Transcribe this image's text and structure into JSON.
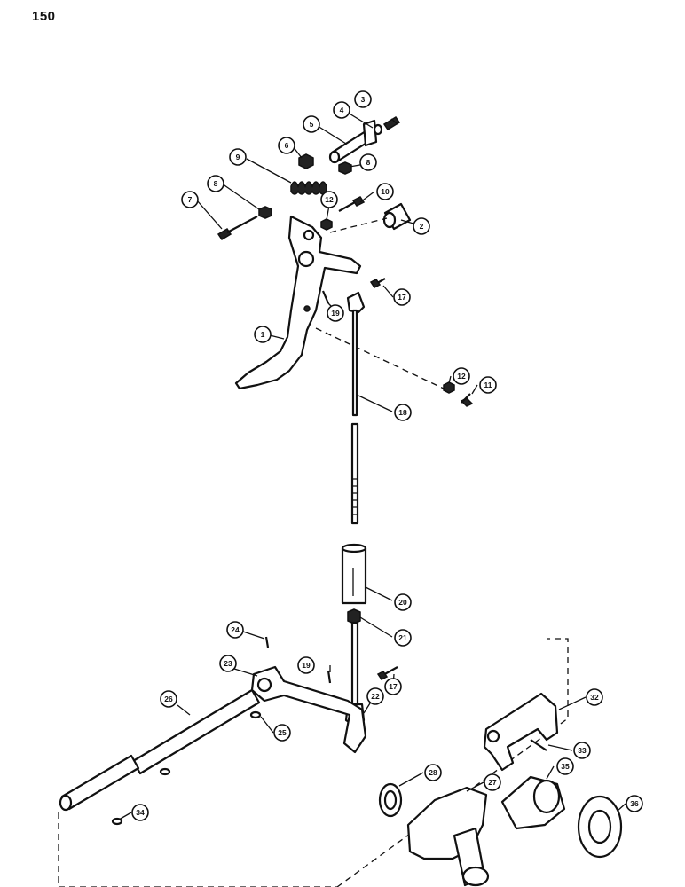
{
  "page_number": "150",
  "diagram": {
    "callouts": [
      "1",
      "2",
      "3",
      "4",
      "5",
      "6",
      "7",
      "8",
      "8",
      "9",
      "10",
      "11",
      "12",
      "12",
      "17",
      "17",
      "18",
      "19",
      "19",
      "20",
      "21",
      "22",
      "23",
      "24",
      "25",
      "26",
      "27",
      "28",
      "32",
      "33",
      "34",
      "35",
      "36"
    ]
  }
}
